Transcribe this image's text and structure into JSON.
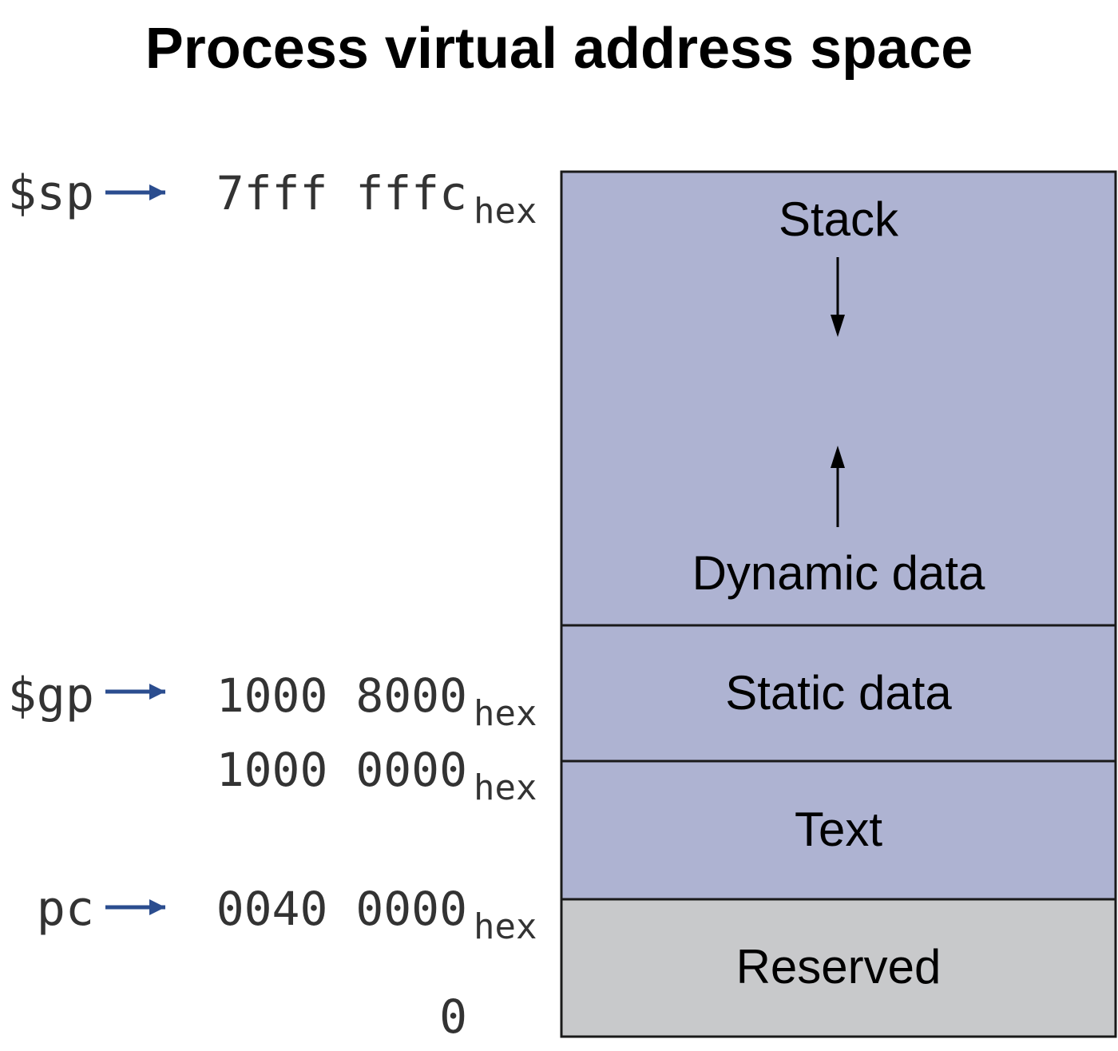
{
  "title": "Process virtual address space",
  "colors": {
    "segment_fill": "#aeb3d2",
    "reserved_fill": "#c8c9cb",
    "register_arrow": "#2b4d8f",
    "border": "#1a1a1a",
    "address_text": "#333333"
  },
  "segments": [
    {
      "id": "stack",
      "label": "Stack"
    },
    {
      "id": "dynamic",
      "label": "Dynamic data"
    },
    {
      "id": "static",
      "label": "Static data"
    },
    {
      "id": "text",
      "label": "Text"
    },
    {
      "id": "reserved",
      "label": "Reserved"
    }
  ],
  "growth_arrows": {
    "stack": "down-arrow-icon",
    "heap": "up-arrow-icon"
  },
  "addresses": [
    {
      "register": "$sp",
      "value": "7fff fffc",
      "suffix": "hex"
    },
    {
      "register": "$gp",
      "value": "1000 8000",
      "suffix": "hex"
    },
    {
      "register": "",
      "value": "1000 0000",
      "suffix": "hex"
    },
    {
      "register": "pc",
      "value": "0040 0000",
      "suffix": "hex"
    },
    {
      "register": "",
      "value": "0",
      "suffix": ""
    }
  ]
}
